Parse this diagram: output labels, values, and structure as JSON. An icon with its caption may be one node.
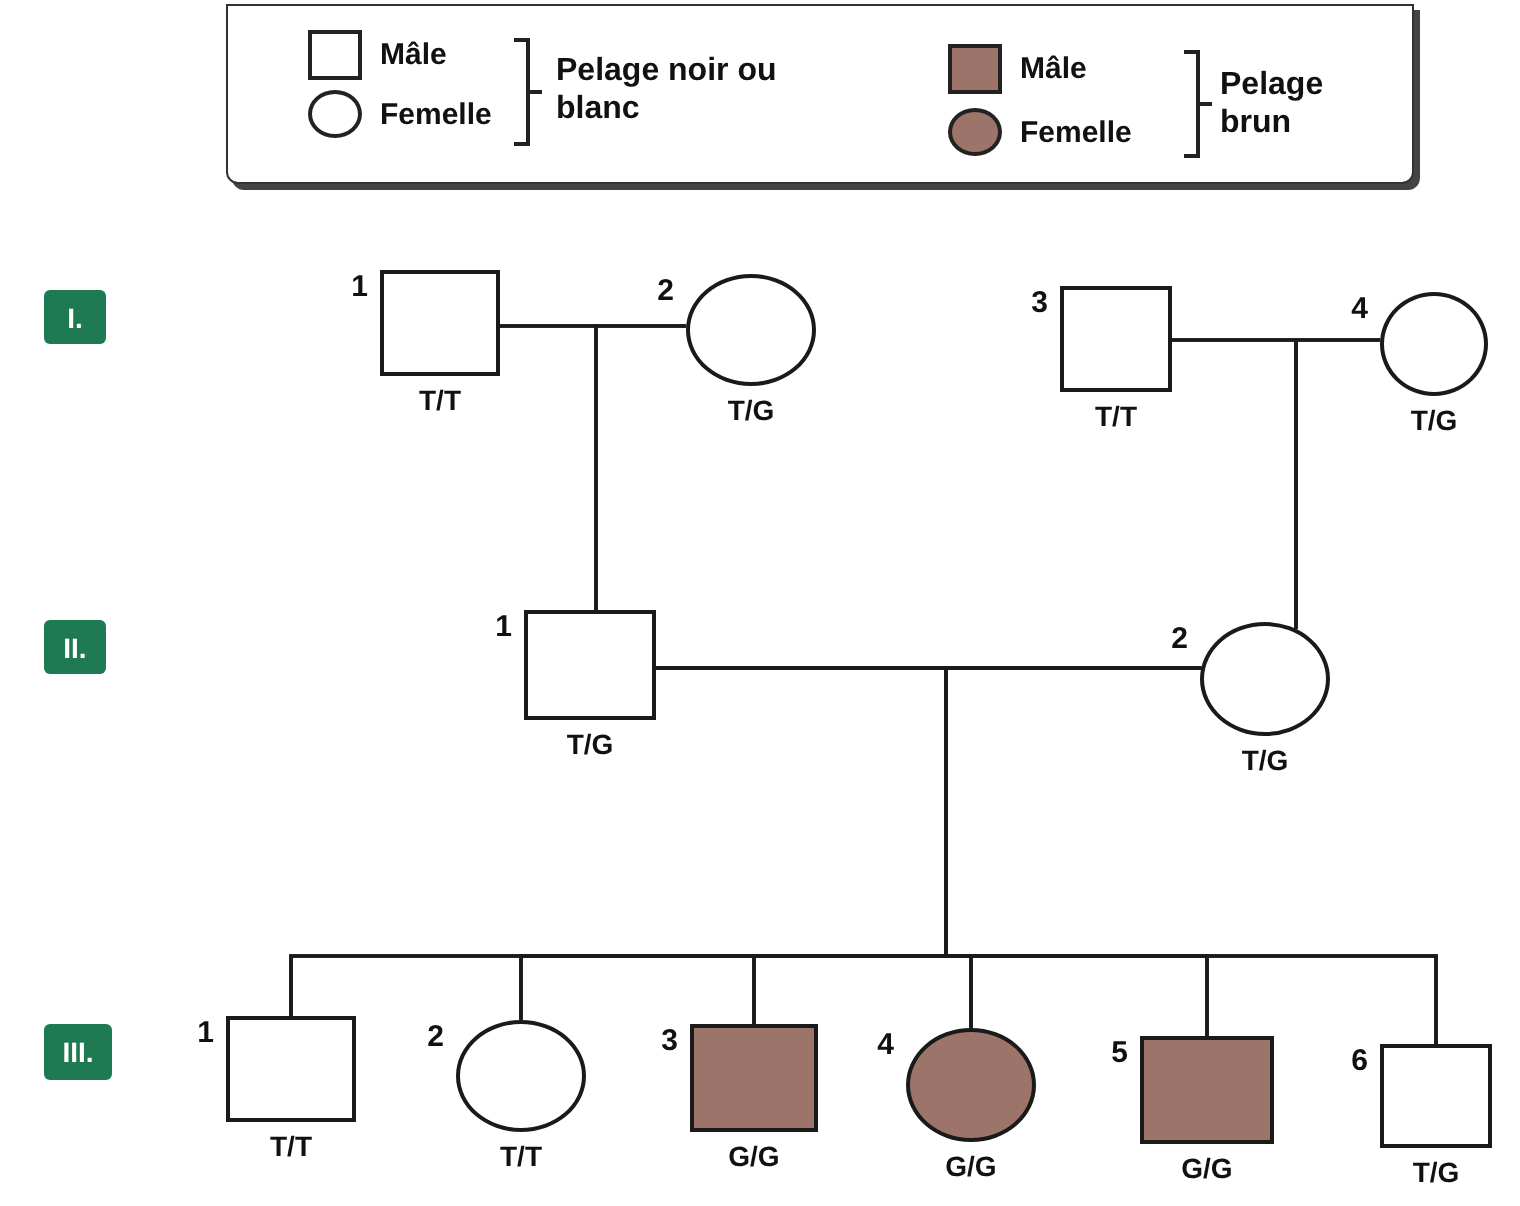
{
  "diagram": {
    "nodes": [
      {
        "text": [
          "I."
        ]
      },
      {
        "text": [],
        "shape": "box",
        "beside": [
          "1",
          "T/T"
        ]
      },
      {
        "text": [],
        "shape": "circle",
        "beside": [
          "2",
          "T/G"
        ]
      },
      {
        "text": [],
        "shape": "box",
        "beside": [
          "3",
          "T/T"
        ]
      },
      {
        "text": [],
        "shape": "circle",
        "beside": [
          "4",
          "T/G"
        ]
      },
      {
        "text": [
          "II."
        ]
      },
      {
        "text": [],
        "shape": "box",
        "beside": [
          "1",
          "T/G"
        ]
      },
      {
        "text": [],
        "shape": "circle",
        "beside": [
          "2",
          "T/G"
        ]
      },
      {
        "text": [
          "III."
        ]
      },
      {
        "text": [],
        "shape": "box",
        "beside": [
          "1",
          "T/T"
        ]
      },
      {
        "text": [],
        "shape": "circle",
        "beside": [
          "2",
          "T/T"
        ]
      },
      {
        "text": [],
        "shape": "box",
        "beside": [
          "3",
          "G/G"
        ]
      },
      {
        "text": [],
        "shape": "circle",
        "beside": [
          "4",
          "G/G"
        ]
      },
      {
        "text": [],
        "shape": "box",
        "beside": [
          "5",
          "G/G"
        ]
      },
      {
        "text": [],
        "shape": "box",
        "beside": [
          "6",
          "T/G"
        ]
      }
    ],
    "edges": [
      {
        "from": 1,
        "to": 2,
        "arrow": "none"
      },
      {
        "from": 3,
        "to": 4,
        "arrow": "none"
      },
      {
        "from": 1,
        "to": 6,
        "arrow": "none"
      },
      {
        "from": 2,
        "to": 6,
        "arrow": "none"
      },
      {
        "from": 3,
        "to": 7,
        "arrow": "none"
      },
      {
        "from": 4,
        "to": 7,
        "arrow": "none"
      },
      {
        "from": 6,
        "to": 7,
        "arrow": "none"
      },
      {
        "from": 6,
        "to": 9,
        "arrow": "none"
      },
      {
        "from": 6,
        "to": 10,
        "arrow": "none"
      },
      {
        "from": 6,
        "to": 11,
        "arrow": "none"
      },
      {
        "from": 6,
        "to": 12,
        "arrow": "none"
      },
      {
        "from": 6,
        "to": 13,
        "arrow": "none"
      },
      {
        "from": 6,
        "to": 14,
        "arrow": "none"
      },
      {
        "from": 7,
        "to": 9,
        "arrow": "none"
      },
      {
        "from": 7,
        "to": 10,
        "arrow": "none"
      },
      {
        "from": 7,
        "to": 11,
        "arrow": "none"
      },
      {
        "from": 7,
        "to": 12,
        "arrow": "none"
      },
      {
        "from": 7,
        "to": 13,
        "arrow": "none"
      },
      {
        "from": 7,
        "to": 14,
        "arrow": "none"
      }
    ],
    "labels": [
      "Pelage noir ou blanc",
      "Pelage brun"
    ],
    "legend": [
      {
        "text": "Mâle"
      },
      {
        "text": "Femelle"
      },
      {
        "text": "Mâle",
        "color": "#9c7469"
      },
      {
        "text": "Femelle",
        "color": "#9c7469"
      }
    ]
  }
}
